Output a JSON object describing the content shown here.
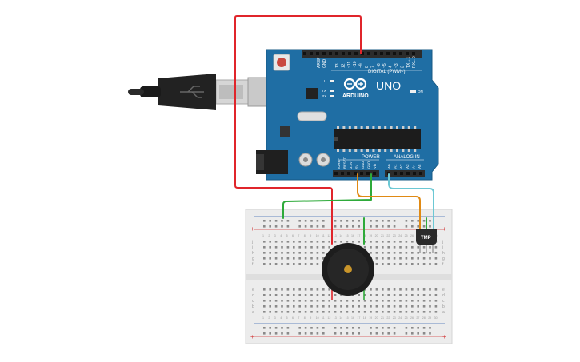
{
  "arduino": {
    "brand_text": "ARDUINO",
    "model_text": "UNO",
    "digital_header_label": "DIGITAL (PWM~)",
    "power_header_label": "POWER",
    "analog_header_label": "ANALOG IN",
    "on_led_label": "ON",
    "led_l_label": "L",
    "led_tx_label": "TX",
    "led_rx_label": "RX",
    "aref_label": "AREF",
    "gnd_label": "GND",
    "digital_pins": [
      "13",
      "12",
      "~11",
      "~10",
      "~9",
      "8",
      "7",
      "~6",
      "~5",
      "4",
      "~3",
      "2",
      "TX→1",
      "RX←0"
    ],
    "power_pins": [
      "IOREF",
      "RESET",
      "3.3V",
      "5V",
      "GND",
      "GND",
      "Vin"
    ],
    "analog_pins": [
      "A0",
      "A1",
      "A2",
      "A3",
      "A4",
      "A5"
    ]
  },
  "sensor": {
    "label": "TMP"
  },
  "breadboard": {
    "rail_plus": "+",
    "rail_minus": "−",
    "row_letters_top": [
      "j",
      "i",
      "h",
      "g",
      "f"
    ],
    "row_letters_bottom": [
      "e",
      "d",
      "c",
      "b",
      "a"
    ],
    "columns": [
      "1",
      "2",
      "3",
      "4",
      "5",
      "6",
      "7",
      "8",
      "9",
      "10",
      "11",
      "12",
      "13",
      "14",
      "15",
      "16",
      "17",
      "18",
      "19",
      "20",
      "21",
      "22",
      "23",
      "24",
      "25",
      "26",
      "27",
      "28",
      "29",
      "30"
    ]
  },
  "colors": {
    "board": "#1f6ea4",
    "wire_red": "#e0252b",
    "wire_green": "#2eaa3a",
    "wire_orange": "#e08a14",
    "wire_cyan": "#6cc8d4",
    "breadboard": "#ececec"
  }
}
